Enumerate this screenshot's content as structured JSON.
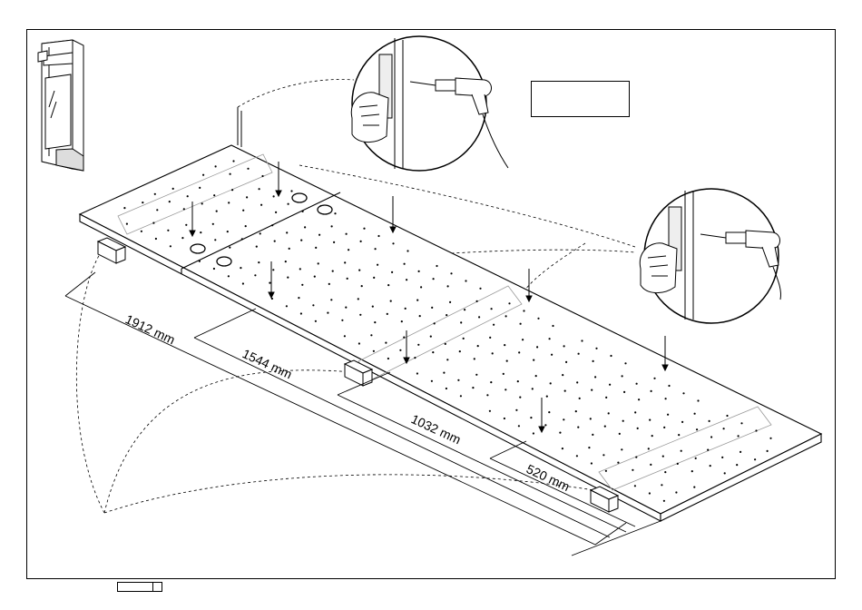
{
  "dimensions": {
    "d1": "1912 mm",
    "d2": "1544 mm",
    "d3": "1032 mm",
    "d4": "520 mm"
  },
  "icons": [
    "cabinet-thumbnail-icon",
    "drill-icon",
    "hand-icon",
    "wall-plug-icon"
  ],
  "colors": {
    "line": "#000000",
    "background": "#ffffff"
  }
}
